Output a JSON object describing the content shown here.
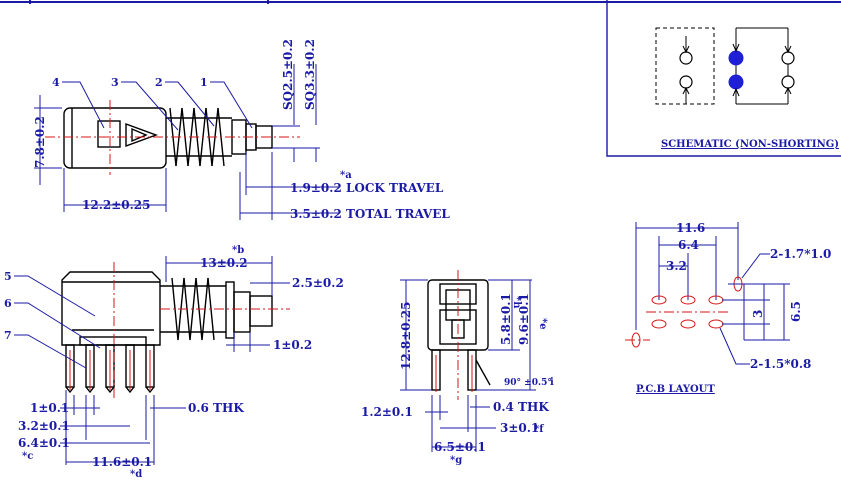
{
  "views": {
    "top": {
      "callouts": [
        "4",
        "3",
        "2",
        "1"
      ],
      "height_dim": "7.8±0.2",
      "sq_small": "SQ2.5±0.2",
      "sq_large": "SQ3.3±0.2",
      "mark_a": "*a",
      "lock_travel": "1.9±0.2 LOCK TRAVEL",
      "length_dim": "12.2±0.25",
      "total_travel": "3.5±0.2 TOTAL TRAVEL"
    },
    "side": {
      "callouts": [
        "5",
        "6",
        "7"
      ],
      "mark_b": "*b",
      "overall_length": "13±0.2",
      "shaft_width": "2.5±0.2",
      "shaft_gap": "1±0.2",
      "pin_width": "1±0.1",
      "pin_pitch": "3.2±0.1",
      "outer_pitch": "6.4±0.1",
      "mark_c": "*c",
      "thickness": "0.6 THK",
      "pin_span": "11.6±0.1",
      "mark_d": "*d"
    },
    "end": {
      "height": "12.8±0.25",
      "mark_h": "*h",
      "inner_height": "5.8±0.1",
      "mid_height": "9.6±0.1",
      "mark_e": "*e",
      "angle": "90° ±0.5°",
      "mark_i": "i",
      "terminal_width": "1.2±0.1",
      "thickness": "0.4 THK",
      "terminal_pitch": "3±0.1",
      "mark_f": "*f",
      "terminal_span": "6.5±0.1",
      "mark_g": "*g"
    }
  },
  "schematic": {
    "title": "SCHEMATIC (NON-SHORTING)",
    "accent": "#1f1fd6"
  },
  "pcb_layout": {
    "title": "P.C.B LAYOUT",
    "span_x": "11.6",
    "pitch_outer": "6.4",
    "pitch_inner": "3.2",
    "pitch_y": "3",
    "span_y": "6.5",
    "mount_hole": "2-1.7*1.0",
    "pin_hole": "2-1.5*0.8"
  }
}
